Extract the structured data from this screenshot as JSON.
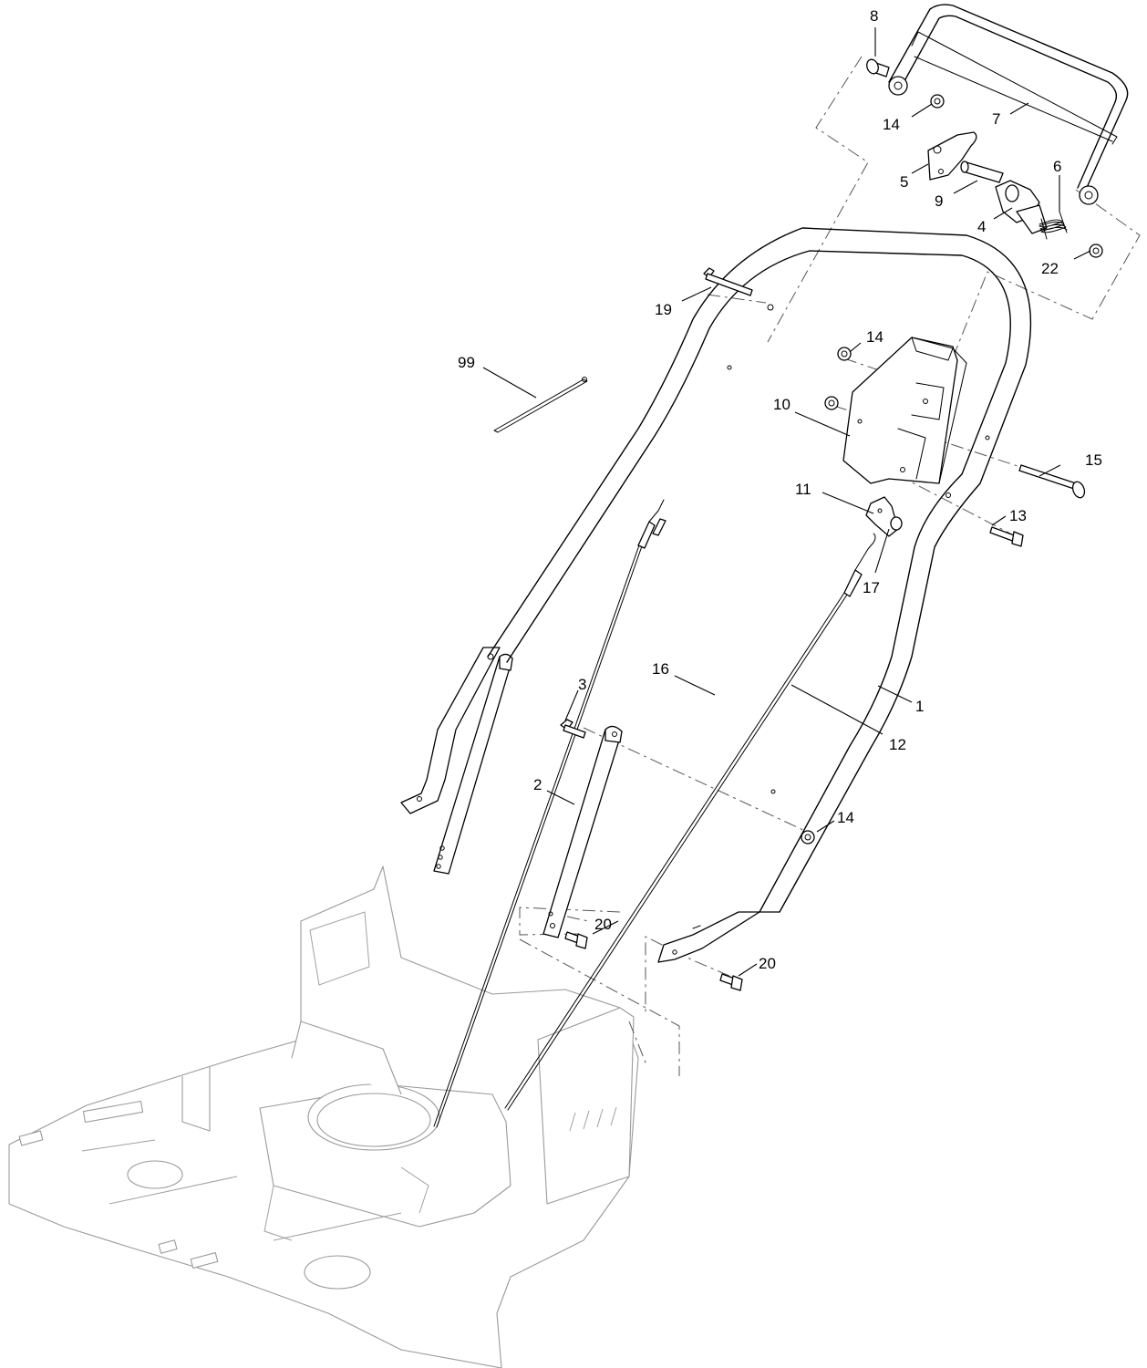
{
  "callouts": {
    "c1": "1",
    "c2": "2",
    "c3": "3",
    "c4": "4",
    "c5": "5",
    "c6": "6",
    "c7": "7",
    "c8": "8",
    "c9": "9",
    "c10": "10",
    "c11": "11",
    "c12": "12",
    "c13": "13",
    "c14a": "14",
    "c14b": "14",
    "c14c": "14",
    "c15": "15",
    "c16": "16",
    "c17": "17",
    "c19": "19",
    "c20a": "20",
    "c20b": "20",
    "c22": "22",
    "c99": "99"
  }
}
